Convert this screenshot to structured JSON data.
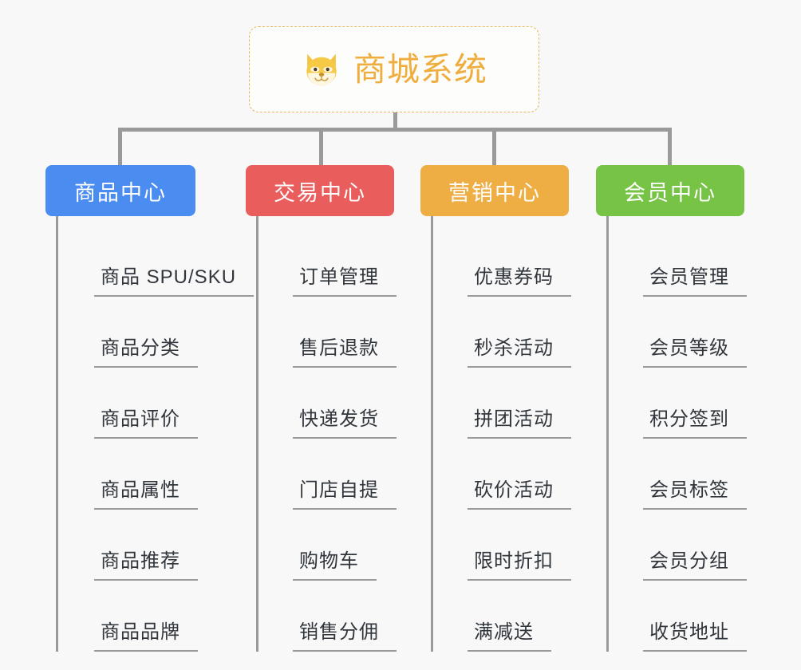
{
  "page": {
    "background_color": "#f8f8f8",
    "connector_color": "#9a9a9a"
  },
  "root": {
    "title": "商城系统",
    "icon": "shiba-dog-face-icon",
    "text_color": "#efad3d",
    "border_color": "#e7b65a"
  },
  "categories": [
    {
      "label": "商品中心",
      "color": "#4a8cf0",
      "items": [
        "商品 SPU/SKU",
        "商品分类",
        "商品评价",
        "商品属性",
        "商品推荐",
        "商品品牌"
      ]
    },
    {
      "label": "交易中心",
      "color": "#e95d5d",
      "items": [
        "订单管理",
        "售后退款",
        "快递发货",
        "门店自提",
        "购物车",
        "销售分佣"
      ]
    },
    {
      "label": "营销中心",
      "color": "#eeae44",
      "items": [
        "优惠券码",
        "秒杀活动",
        "拼团活动",
        "砍价活动",
        "限时折扣",
        "满减送"
      ]
    },
    {
      "label": "会员中心",
      "color": "#76c346",
      "items": [
        "会员管理",
        "会员等级",
        "积分签到",
        "会员标签",
        "会员分组",
        "收货地址"
      ]
    }
  ]
}
